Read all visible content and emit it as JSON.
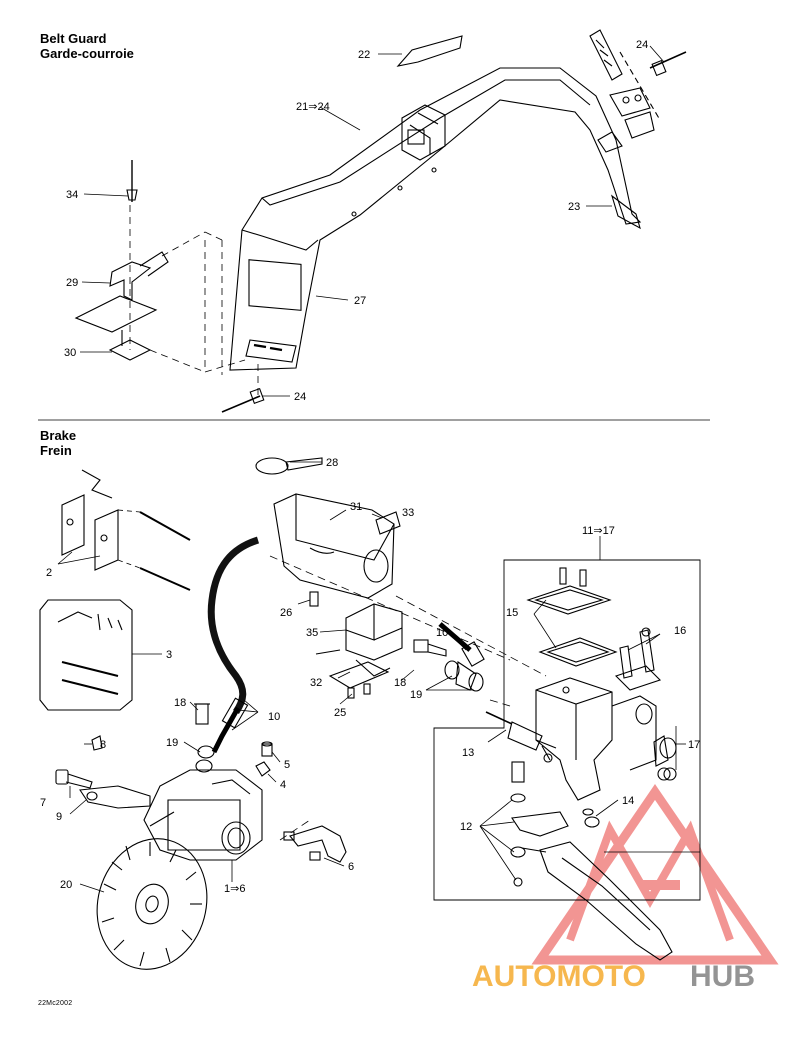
{
  "belt_guard": {
    "title_en": "Belt Guard",
    "title_fr": "Garde-courroie"
  },
  "brake": {
    "title_en": "Brake",
    "title_fr": "Frein"
  },
  "callouts": {
    "c22": "22",
    "c24_top": "24",
    "c21": "21⇒24",
    "c23": "23",
    "c34": "34",
    "c29": "29",
    "c27": "27",
    "c30": "30",
    "c24_bottom": "24",
    "c28": "28",
    "c31": "31",
    "c33": "33",
    "c2": "2",
    "c26": "26",
    "c11": "11⇒17",
    "c15": "15",
    "c16": "16",
    "c35": "35",
    "c10_top": "10",
    "c3": "3",
    "c32": "32",
    "c18_top": "18",
    "c19_top": "19",
    "c25": "25",
    "c18_left": "18",
    "c10_left": "10",
    "c13": "13",
    "c8": "8",
    "c19_left": "19",
    "c5": "5",
    "c17": "17",
    "c4": "4",
    "c7": "7",
    "c9": "9",
    "c14": "14",
    "c12": "12",
    "c6": "6",
    "c20": "20",
    "c1": "1⇒6"
  },
  "diagram_code": "22Mc2002",
  "watermark": {
    "part1": "AUTOMOTO",
    "part2": "HUB",
    "color1": "#f5a623",
    "color2": "#7a7a7a",
    "logo_color": "#e8403c"
  }
}
